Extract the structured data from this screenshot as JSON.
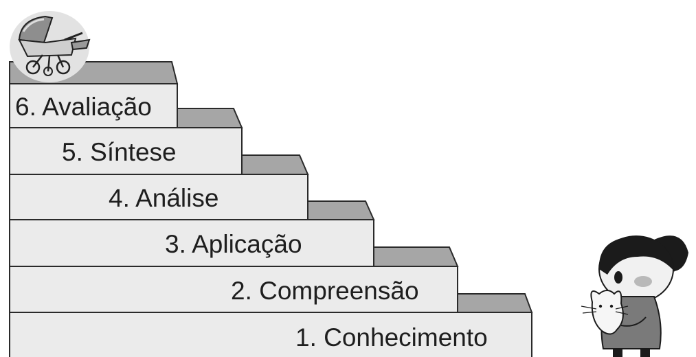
{
  "diagram": {
    "steps": [
      {
        "number": 1,
        "label": "1. Conhecimento"
      },
      {
        "number": 2,
        "label": "2. Compreensão"
      },
      {
        "number": 3,
        "label": "3. Aplicação"
      },
      {
        "number": 4,
        "label": "4. Análise"
      },
      {
        "number": 5,
        "label": "5. Síntese"
      },
      {
        "number": 6,
        "label": "6. Avaliação"
      }
    ]
  },
  "colors": {
    "step_face": "#ebebeb",
    "step_top": "#a6a6a6",
    "outline": "#2a2a2a",
    "text": "#1e1e1e"
  },
  "icons": {
    "goal": "baby-stroller-icon",
    "character": "girl-holding-cat-icon"
  }
}
